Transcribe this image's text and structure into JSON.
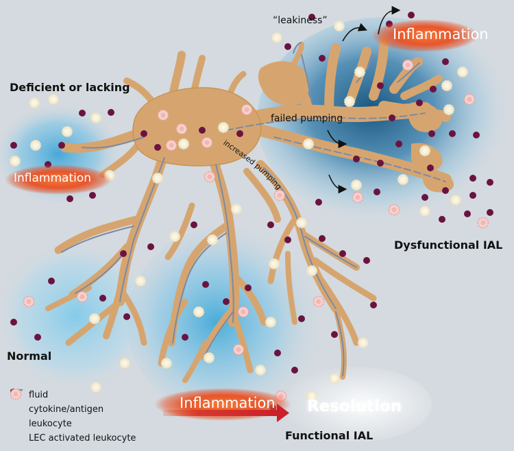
{
  "labels": {
    "deficient": "Deficient or lacking",
    "normal": "Normal",
    "dysfunctional": "Dysfunctional IAL",
    "functional": "Functional IAL",
    "leakiness": "“leakiness”",
    "failed_pumping": "failed pumping",
    "increased_pumping": "increased pumping",
    "resolution": "Resolution"
  },
  "inflammation_labels": [
    "Inflammation",
    "Inflammation",
    "Inflammation"
  ],
  "legend": [
    {
      "icon": "fluid-line-icon",
      "label": "fluid"
    },
    {
      "icon": "cytokine-dot-icon",
      "label": "cytokine/antigen"
    },
    {
      "icon": "leukocyte-icon",
      "label": "leukocyte"
    },
    {
      "icon": "activated-leukocyte-icon",
      "label": "LEC activated leukocyte"
    }
  ],
  "colors": {
    "background": "#d4dae0",
    "vessel": "#d6a56f",
    "vessel_edge": "#b98750",
    "fluid": "#7a8aa6",
    "cytokine": "#6b1340",
    "leukocyte": "#f2ebd2",
    "activated_leukocyte": "#f0b7b5",
    "inflammation": "#e8552a",
    "resolution_arrow": "#cc1f2a",
    "edema_blue": "#3aa7d8",
    "dysfunctional_blue": "#1b5f8c"
  }
}
